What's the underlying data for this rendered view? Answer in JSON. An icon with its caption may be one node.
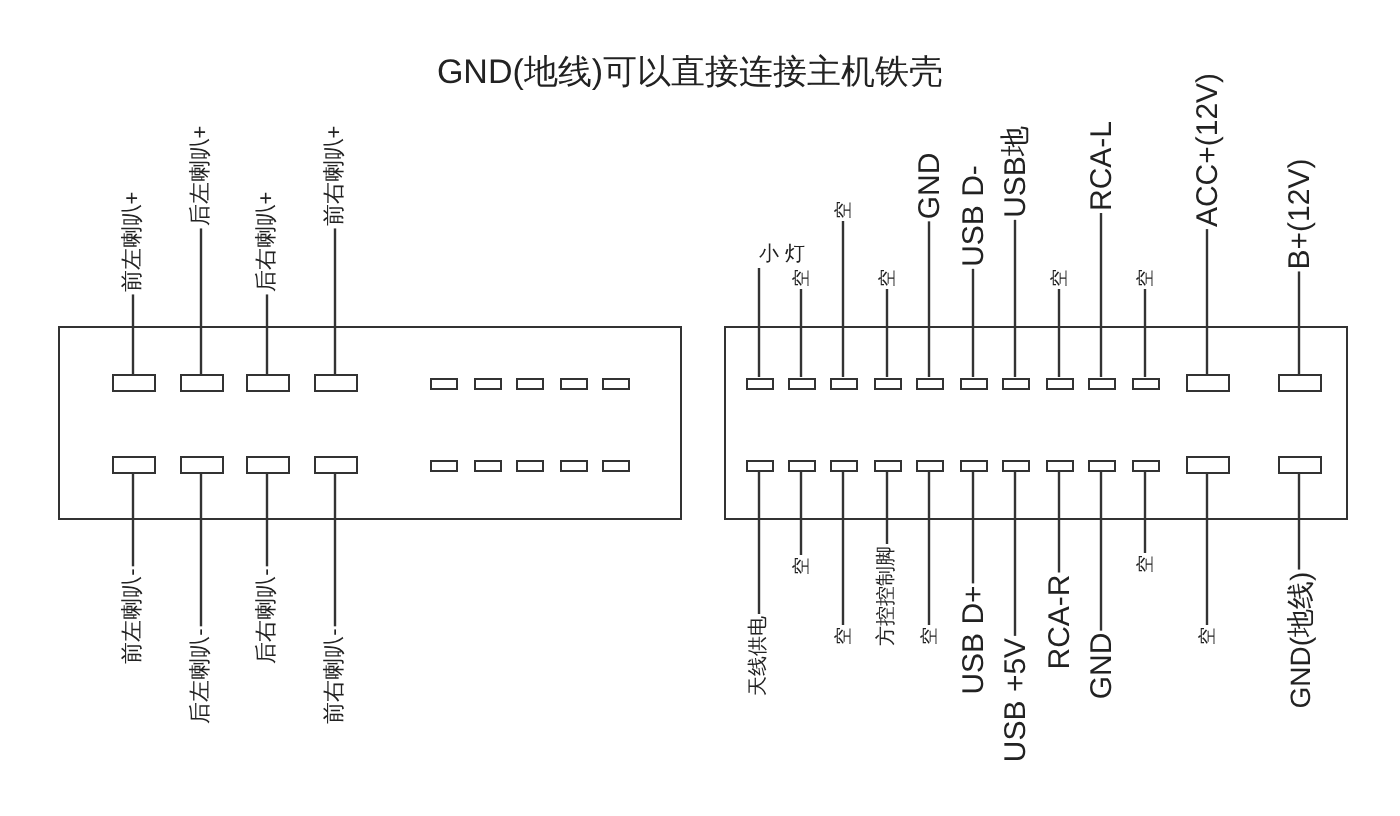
{
  "diagram": {
    "title": "GND(地线)可以直接连接主机铁壳",
    "nodes": [
      {
        "text": [],
        "shape": "box"
      },
      {
        "text": [],
        "shape": "box"
      },
      {
        "text": [],
        "shape": "box",
        "in": 0
      },
      {
        "text": [],
        "shape": "box",
        "in": 0
      },
      {
        "text": [],
        "shape": "box",
        "in": 0
      },
      {
        "text": [],
        "shape": "box",
        "in": 0
      },
      {
        "text": [],
        "shape": "box",
        "in": 0
      },
      {
        "text": [],
        "shape": "box",
        "in": 0
      },
      {
        "text": [],
        "shape": "box",
        "in": 0
      },
      {
        "text": [],
        "shape": "box",
        "in": 0
      },
      {
        "text": [],
        "shape": "box",
        "in": 0
      },
      {
        "text": [],
        "shape": "box",
        "in": 0
      },
      {
        "text": [],
        "shape": "box",
        "in": 0
      },
      {
        "text": [],
        "shape": "box",
        "in": 0
      },
      {
        "text": [],
        "shape": "box",
        "in": 0
      },
      {
        "text": [],
        "shape": "box",
        "in": 0
      },
      {
        "text": [],
        "shape": "box",
        "in": 0
      },
      {
        "text": [],
        "shape": "box",
        "in": 0
      },
      {
        "text": [],
        "shape": "box",
        "in": 0
      },
      {
        "text": [],
        "shape": "box",
        "in": 0
      },
      {
        "text": [],
        "shape": "box",
        "in": 1
      },
      {
        "text": [],
        "shape": "box",
        "in": 1
      },
      {
        "text": [],
        "shape": "box",
        "in": 1
      },
      {
        "text": [],
        "shape": "box",
        "in": 1
      },
      {
        "text": [],
        "shape": "box",
        "in": 1
      },
      {
        "text": [],
        "shape": "box",
        "in": 1
      },
      {
        "text": [],
        "shape": "box",
        "in": 1
      },
      {
        "text": [],
        "shape": "box",
        "in": 1
      },
      {
        "text": [],
        "shape": "box",
        "in": 1
      },
      {
        "text": [],
        "shape": "box",
        "in": 1
      },
      {
        "text": [],
        "shape": "box",
        "in": 1
      },
      {
        "text": [],
        "shape": "box",
        "in": 1
      },
      {
        "text": [],
        "shape": "box",
        "in": 1
      },
      {
        "text": [],
        "shape": "box",
        "in": 1
      },
      {
        "text": [],
        "shape": "box",
        "in": 1
      },
      {
        "text": [],
        "shape": "box",
        "in": 1
      },
      {
        "text": [],
        "shape": "box",
        "in": 1
      },
      {
        "text": [],
        "shape": "box",
        "in": 1
      },
      {
        "text": [],
        "shape": "box",
        "in": 1
      },
      {
        "text": [],
        "shape": "box",
        "in": 1
      },
      {
        "text": [],
        "shape": "box",
        "in": 1
      },
      {
        "text": [],
        "shape": "box",
        "in": 1
      },
      {
        "text": [],
        "shape": "box",
        "in": 1
      },
      {
        "text": [],
        "shape": "box",
        "in": 1
      },
      {
        "text": [
          "前左喇叭+"
        ]
      },
      {
        "text": [
          "后左喇叭+"
        ]
      },
      {
        "text": [
          "后右喇叭+"
        ]
      },
      {
        "text": [
          "前右喇叭+"
        ]
      },
      {
        "text": [
          "前左喇叭-"
        ]
      },
      {
        "text": [
          "后左喇叭-"
        ]
      },
      {
        "text": [
          "后右喇叭-"
        ]
      },
      {
        "text": [
          "前右喇叭-"
        ]
      },
      {
        "text": [
          "小 灯"
        ]
      },
      {
        "text": [
          "空"
        ]
      },
      {
        "text": [
          "空"
        ]
      },
      {
        "text": [
          "空"
        ]
      },
      {
        "text": [
          "GND"
        ]
      },
      {
        "text": [
          "USB D-"
        ]
      },
      {
        "text": [
          "USB地"
        ]
      },
      {
        "text": [
          "空"
        ]
      },
      {
        "text": [
          "RCA-L"
        ]
      },
      {
        "text": [
          "空"
        ]
      },
      {
        "text": [
          "ACC+(12V)"
        ]
      },
      {
        "text": [
          "B+(12V)"
        ]
      },
      {
        "text": [
          "天线供电"
        ]
      },
      {
        "text": [
          "空"
        ]
      },
      {
        "text": [
          "空"
        ]
      },
      {
        "text": [
          "方控控制脚"
        ]
      },
      {
        "text": [
          "空"
        ]
      },
      {
        "text": [
          "USB D+"
        ]
      },
      {
        "text": [
          "USB +5V"
        ]
      },
      {
        "text": [
          "RCA-R"
        ]
      },
      {
        "text": [
          "GND"
        ]
      },
      {
        "text": [
          "空"
        ]
      },
      {
        "text": [
          "空"
        ]
      },
      {
        "text": [
          "GND(地线)"
        ]
      }
    ],
    "edges": [
      {
        "from": 44,
        "to": 2,
        "arrow": "none"
      },
      {
        "from": 45,
        "to": 3,
        "arrow": "none"
      },
      {
        "from": 46,
        "to": 4,
        "arrow": "none"
      },
      {
        "from": 47,
        "to": 5,
        "arrow": "none"
      },
      {
        "from": 48,
        "to": 11,
        "arrow": "none"
      },
      {
        "from": 49,
        "to": 12,
        "arrow": "none"
      },
      {
        "from": 50,
        "to": 13,
        "arrow": "none"
      },
      {
        "from": 51,
        "to": 14,
        "arrow": "none"
      },
      {
        "from": 52,
        "to": 20,
        "arrow": "none"
      },
      {
        "from": 53,
        "to": 21,
        "arrow": "none"
      },
      {
        "from": 54,
        "to": 22,
        "arrow": "none"
      },
      {
        "from": 55,
        "to": 23,
        "arrow": "none"
      },
      {
        "from": 56,
        "to": 24,
        "arrow": "none"
      },
      {
        "from": 57,
        "to": 25,
        "arrow": "none"
      },
      {
        "from": 58,
        "to": 26,
        "arrow": "none"
      },
      {
        "from": 59,
        "to": 27,
        "arrow": "none"
      },
      {
        "from": 60,
        "to": 28,
        "arrow": "none"
      },
      {
        "from": 61,
        "to": 29,
        "arrow": "none"
      },
      {
        "from": 62,
        "to": 30,
        "arrow": "none"
      },
      {
        "from": 63,
        "to": 31,
        "arrow": "none"
      },
      {
        "from": 64,
        "to": 32,
        "arrow": "none"
      },
      {
        "from": 65,
        "to": 33,
        "arrow": "none"
      },
      {
        "from": 66,
        "to": 34,
        "arrow": "none"
      },
      {
        "from": 67,
        "to": 35,
        "arrow": "none"
      },
      {
        "from": 68,
        "to": 36,
        "arrow": "none"
      },
      {
        "from": 69,
        "to": 37,
        "arrow": "none"
      },
      {
        "from": 70,
        "to": 38,
        "arrow": "none"
      },
      {
        "from": 71,
        "to": 39,
        "arrow": "none"
      },
      {
        "from": 72,
        "to": 40,
        "arrow": "none"
      },
      {
        "from": 73,
        "to": 41,
        "arrow": "none"
      },
      {
        "from": 74,
        "to": 42,
        "arrow": "none"
      },
      {
        "from": 75,
        "to": 43,
        "arrow": "none"
      }
    ]
  }
}
